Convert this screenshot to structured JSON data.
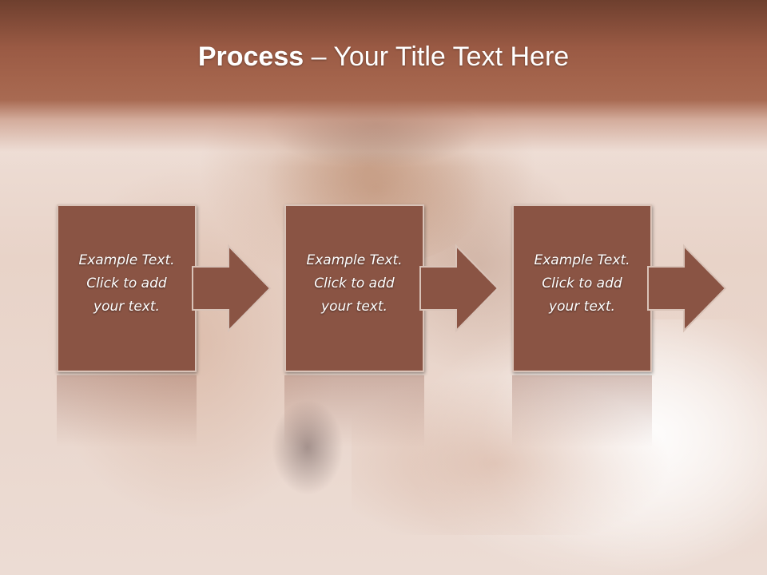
{
  "slide": {
    "title_bold": "Process",
    "title_rest": " – Your Title Text Here"
  },
  "steps": [
    {
      "text": "Example Text.\nClick  to add\nyour text."
    },
    {
      "text": "Example Text.\nClick  to add\nyour text."
    },
    {
      "text": "Example Text.\nClick  to add\nyour text."
    }
  ],
  "colors": {
    "header": "#9a5a44",
    "box_fill": "#8a5444",
    "box_border": "#d9c3b8",
    "text": "#ffffff"
  }
}
